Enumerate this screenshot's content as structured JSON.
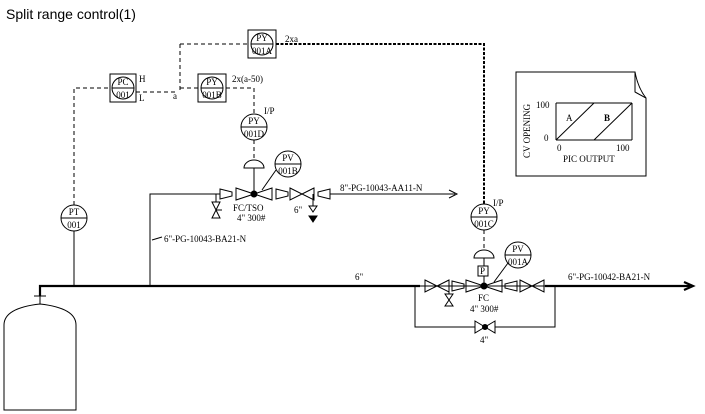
{
  "title": "Split range control(1)",
  "instruments": {
    "pc001": {
      "line1": "PC",
      "line2": "001"
    },
    "pc_h": "H",
    "pc_l": "L",
    "py001a": {
      "line1": "PY",
      "line2": "001A"
    },
    "py001b": {
      "line1": "PY",
      "line2": "001B"
    },
    "py001d": {
      "line1": "PY",
      "line2": "001D"
    },
    "pv001b": {
      "line1": "PV",
      "line2": "001B"
    },
    "pt001": {
      "line1": "PT",
      "line2": "001"
    },
    "py001c": {
      "line1": "PY",
      "line2": "001C"
    },
    "pv001a": {
      "line1": "PV",
      "line2": "001A"
    }
  },
  "signals": {
    "a_label": "a",
    "to_a": "2xa",
    "to_b": "2x(a-50)",
    "ip_d": "I/P",
    "ip_c": "I/P"
  },
  "valves": {
    "upper_fail": "FC/TSO",
    "upper_rating": "4\" 300#",
    "upper_block": "6\"",
    "lower_fail": "FC",
    "lower_rating": "4\" 300#",
    "bypass_size": "4\"",
    "positioner": "P"
  },
  "lines": {
    "upper_outlet": "8\"-PG-10043-AA11-N",
    "branch": "6\"-PG-10043-BA21-N",
    "main_size": "6\"",
    "main_outlet": "6\"-PG-10042-BA21-N"
  },
  "inset": {
    "ylabel": "CV OPENING",
    "xlabel": "PIC OUTPUT",
    "y_max": "100",
    "y_min": "0",
    "x_min": "0",
    "x_max": "100",
    "series_a": "A",
    "series_b": "B"
  }
}
